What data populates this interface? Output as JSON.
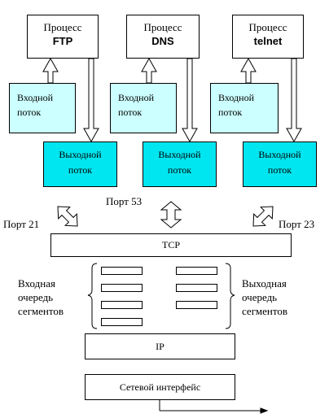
{
  "processes": [
    {
      "title": "Процесс",
      "name": "FTP"
    },
    {
      "title": "Процесс",
      "name": "DNS"
    },
    {
      "title": "Процесс",
      "name": "telnet"
    }
  ],
  "input_stream": [
    "Входной",
    "поток"
  ],
  "output_stream": [
    "Выходной",
    "поток"
  ],
  "ports": {
    "p21": "Порт 21",
    "p53": "Порт 53",
    "p23": "Порт 23"
  },
  "tcp": "TCP",
  "ip": "IP",
  "net_if": "Сетевой интерфейс",
  "in_queue": [
    "Входная",
    "очередь",
    "сегментов"
  ],
  "out_queue": [
    "Выходная",
    "очередь",
    "сегментов"
  ],
  "colors": {
    "input_fill": "#ccffff",
    "output_fill": "#00e6f0"
  }
}
